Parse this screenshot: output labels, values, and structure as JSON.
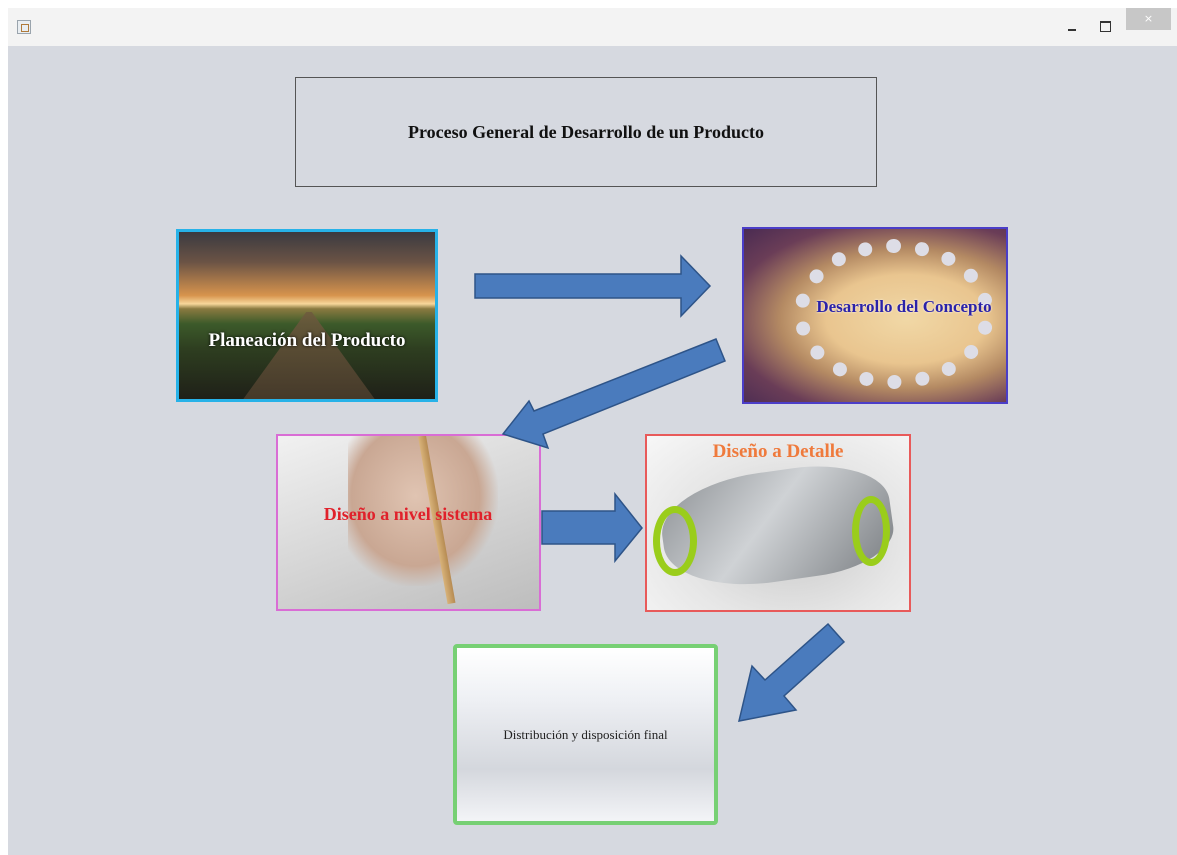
{
  "window": {
    "close_glyph": "×"
  },
  "title": "Proceso General de Desarrollo de un Producto",
  "stages": [
    {
      "label": "Planeación del Producto"
    },
    {
      "label": "Desarrollo del Concepto"
    },
    {
      "label": "Diseño a nivel sistema"
    },
    {
      "label": "Diseño a Detalle"
    },
    {
      "label": "Distribución y disposición final"
    }
  ],
  "colors": {
    "arrow_fill": "#4a7bbd",
    "arrow_stroke": "#2e5488",
    "background": "#d6d9e0"
  }
}
